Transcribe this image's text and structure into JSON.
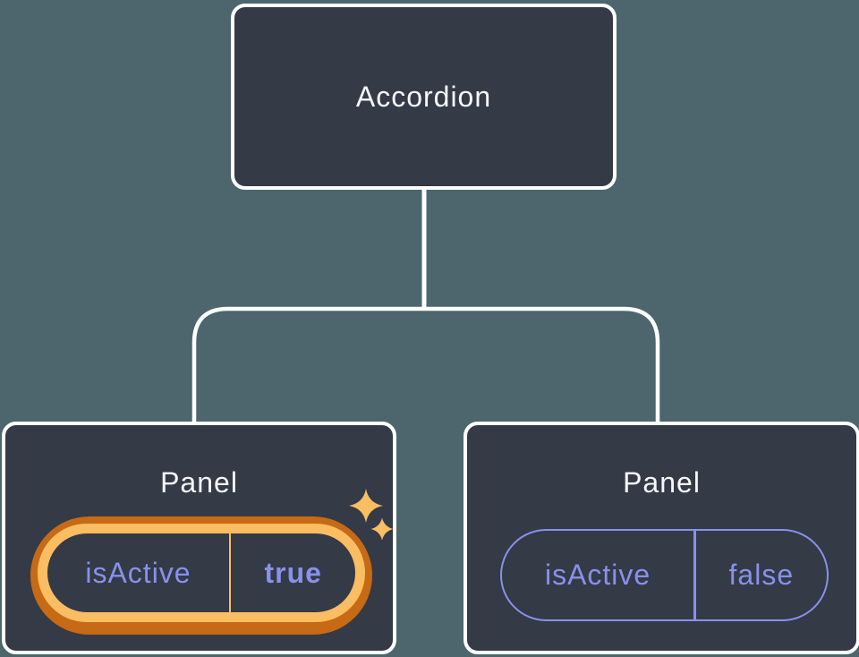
{
  "theme": {
    "background": "#4D666E",
    "node_fill": "#343A46",
    "node_border": "#FFFFFF",
    "connector": "#FFFFFF",
    "text_primary": "#F6F7F9",
    "purple": "#8891EC",
    "gold_light": "#FABD62",
    "gold_dark": "#C76A15"
  },
  "tree": {
    "root": {
      "label": "Accordion"
    },
    "children": [
      {
        "label": "Panel",
        "state_key": "isActive",
        "state_value": "true",
        "highlighted": true
      },
      {
        "label": "Panel",
        "state_key": "isActive",
        "state_value": "false",
        "highlighted": false
      }
    ]
  },
  "icons": {
    "sparkles_icon": "✦"
  }
}
